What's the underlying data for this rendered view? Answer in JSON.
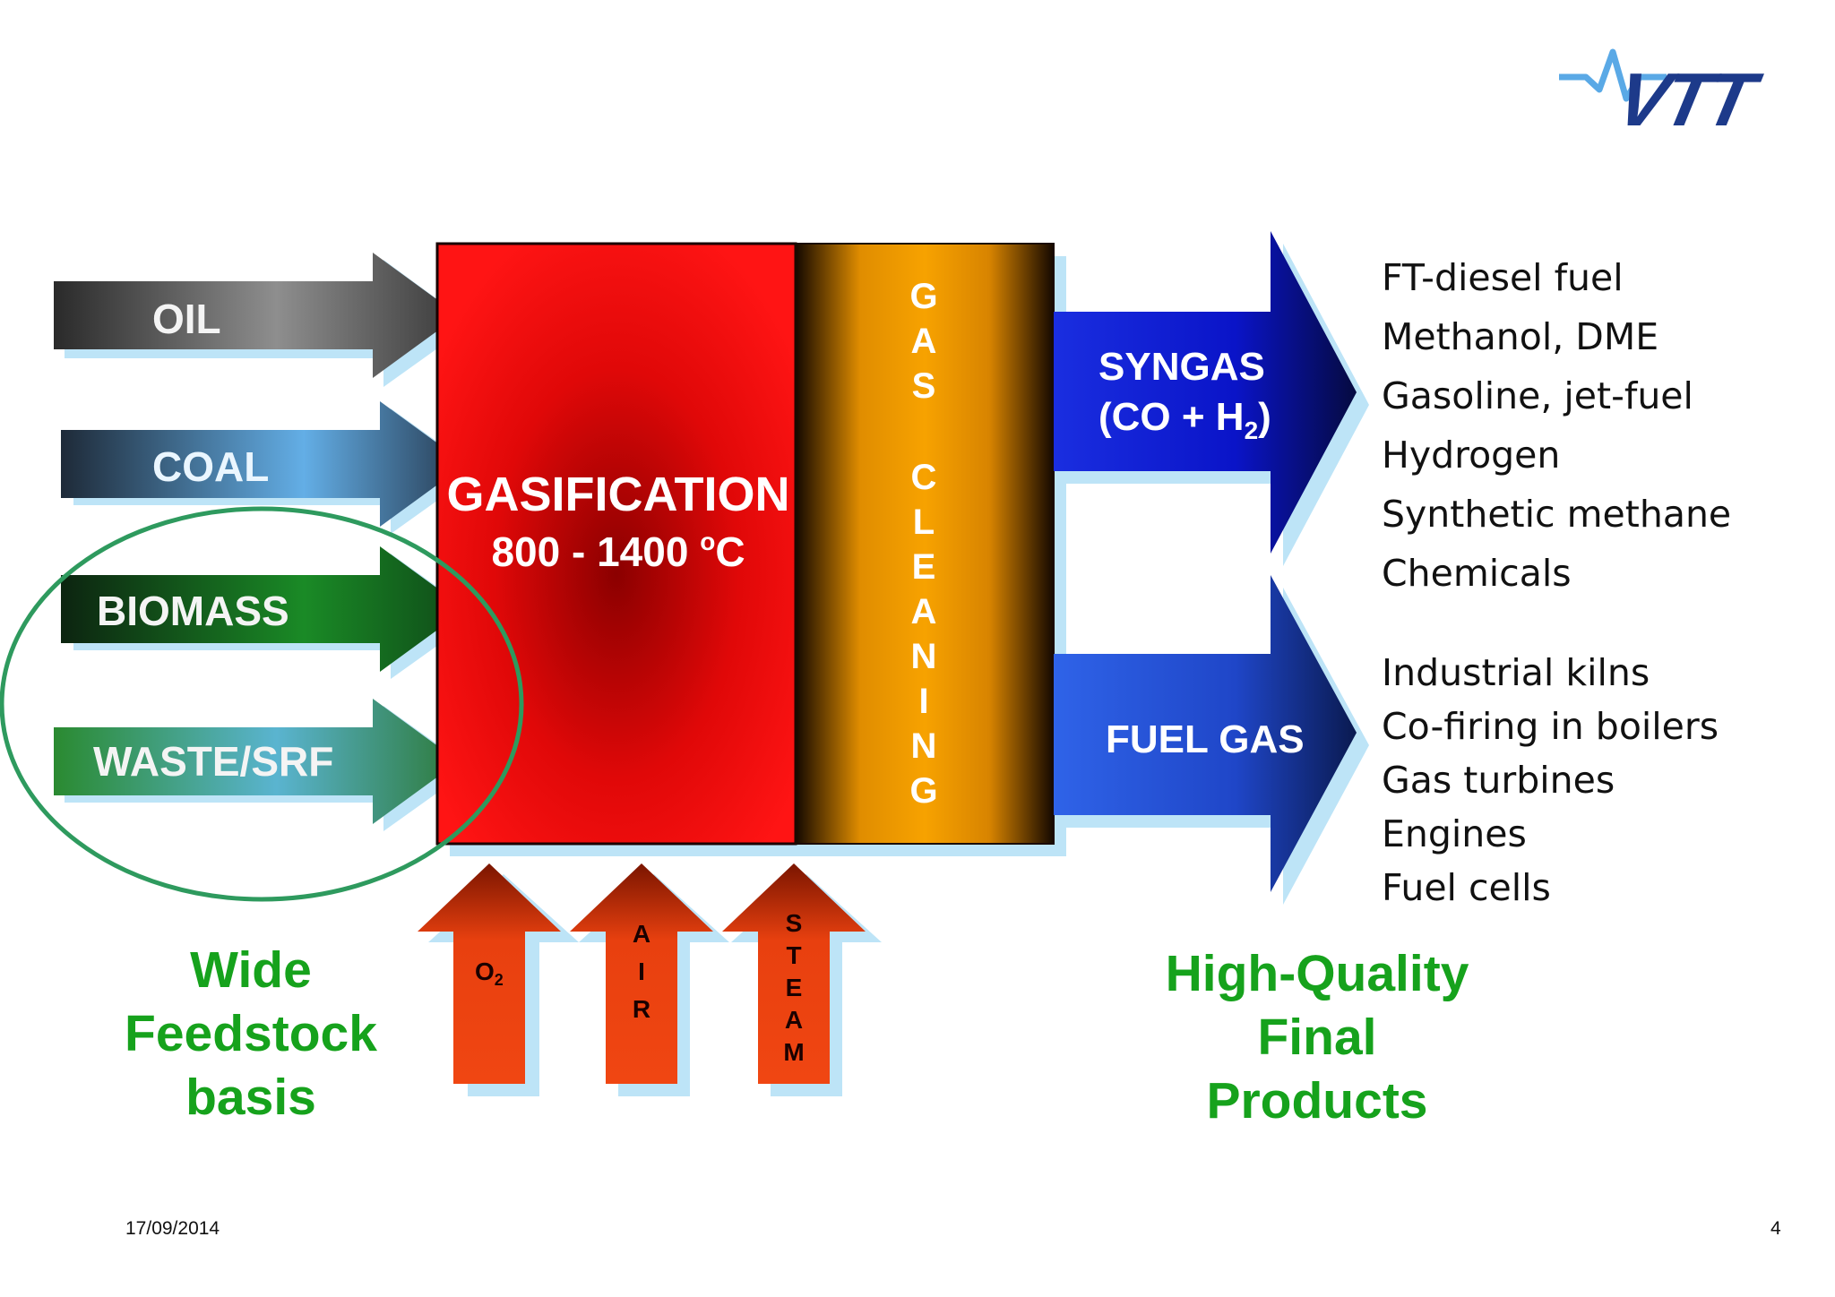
{
  "feedstocks": [
    "OIL",
    "COAL",
    "BIOMASS",
    "WASTE/SRF"
  ],
  "gasification": {
    "title": "GASIFICATION",
    "temp_range": "800 - 1400 ",
    "temp_degree": "o",
    "temp_unit": "C"
  },
  "cleaning": {
    "letters": [
      "G",
      "A",
      "S",
      "C",
      "L",
      "E",
      "A",
      "N",
      "I",
      "N",
      "G"
    ]
  },
  "outputs": {
    "syngas": {
      "line1": "SYNGAS",
      "line2_prefix": "(CO + H",
      "line2_sub": "2",
      "line2_suffix": ")"
    },
    "fuel_gas": "FUEL GAS"
  },
  "inputs": {
    "o2": {
      "main": "O",
      "sub": "2"
    },
    "air": [
      "A",
      "I",
      "R"
    ],
    "steam": [
      "S",
      "T",
      "E",
      "A",
      "M"
    ]
  },
  "syngas_products": [
    "FT-diesel fuel",
    "Methanol, DME",
    "Gasoline, jet-fuel",
    "Hydrogen",
    "Synthetic methane",
    "Chemicals"
  ],
  "fuelgas_products": [
    "Industrial kilns",
    "Co-firing in boilers",
    "Gas turbines",
    "Engines",
    "Fuel cells"
  ],
  "captions": {
    "left": [
      "Wide",
      "Feedstock",
      "basis"
    ],
    "right": [
      "High-Quality",
      "Final",
      "Products"
    ]
  },
  "footer": {
    "date": "17/09/2014",
    "page": "4"
  },
  "logo": {
    "text": "VTT"
  },
  "colors": {
    "gasifier_red": "#ff1010",
    "gasifier_core": "#8b0000",
    "cleaning_orange": "#f5a000",
    "syngas_blue": "#0a14c8",
    "fuelgas_blue": "#2255dd",
    "caption_green": "#16a21c",
    "input_red": "#e83a10",
    "logo_blue": "#1d3a8a"
  }
}
